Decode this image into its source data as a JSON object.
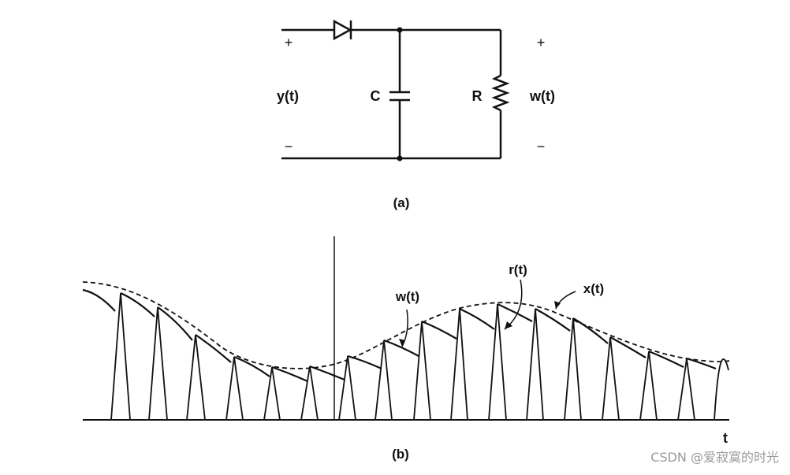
{
  "circuit": {
    "plus_left": "+",
    "minus_left": "−",
    "input_label": "y(t)",
    "capacitor_label": "C",
    "resistor_label": "R",
    "output_label": "w(t)",
    "plus_right": "+",
    "minus_right": "−",
    "caption": "(a)"
  },
  "waveform": {
    "label_w": "w(t)",
    "label_r": "r(t)",
    "label_x": "x(t)",
    "axis_t": "t",
    "caption": "(b)"
  },
  "watermark": "CSDN @爱寂寞的时光"
}
